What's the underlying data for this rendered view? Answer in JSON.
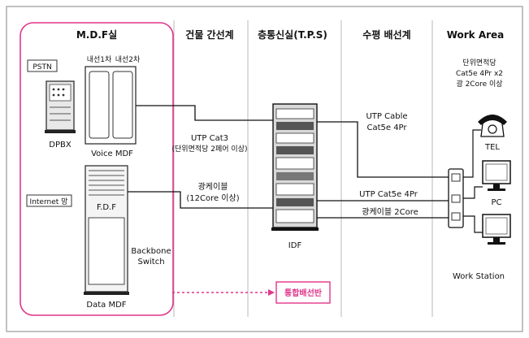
{
  "columns": {
    "mdf": "M.D.F실",
    "building_backbone": "건물 간선계",
    "tps": "층통신실(T.P.S)",
    "horizontal": "수평 배선계",
    "work_area": "Work Area"
  },
  "mdf_room": {
    "pstn_tag": "PSTN",
    "line1": "내선1차",
    "line2": "내선2차",
    "dpbx": "DPBX",
    "voice_mdf": "Voice MDF",
    "internet_tag": "Internet 망",
    "fdf": "F.D.F",
    "data_mdf": "Data MDF",
    "backbone_switch_1": "Backbone",
    "backbone_switch_2": "Switch"
  },
  "backbone": {
    "utp_cat3_1": "UTP Cat3",
    "utp_cat3_2": "(단위면적당 2페어 이상)",
    "optical_1": "광케이블",
    "optical_2": "(12Core 이상)"
  },
  "tps": {
    "idf": "IDF",
    "integrated_panel": "통합배선반"
  },
  "horizontal": {
    "utp_cable_1": "UTP Cable",
    "utp_cable_2": "Cat5e 4Pr",
    "utp_cat5e": "UTP Cat5e 4Pr",
    "optical_2core": "광케이블 2Core"
  },
  "work_area": {
    "spec_1": "단위면적당",
    "spec_2": "Cat5e 4Pr x2",
    "spec_3": "광 2Core 이상",
    "tel": "TEL",
    "pc": "PC",
    "workstation": "Work Station"
  },
  "colors": {
    "accent_pink": "#e0358a",
    "line": "#111111",
    "frame": "#9a9a9a"
  }
}
